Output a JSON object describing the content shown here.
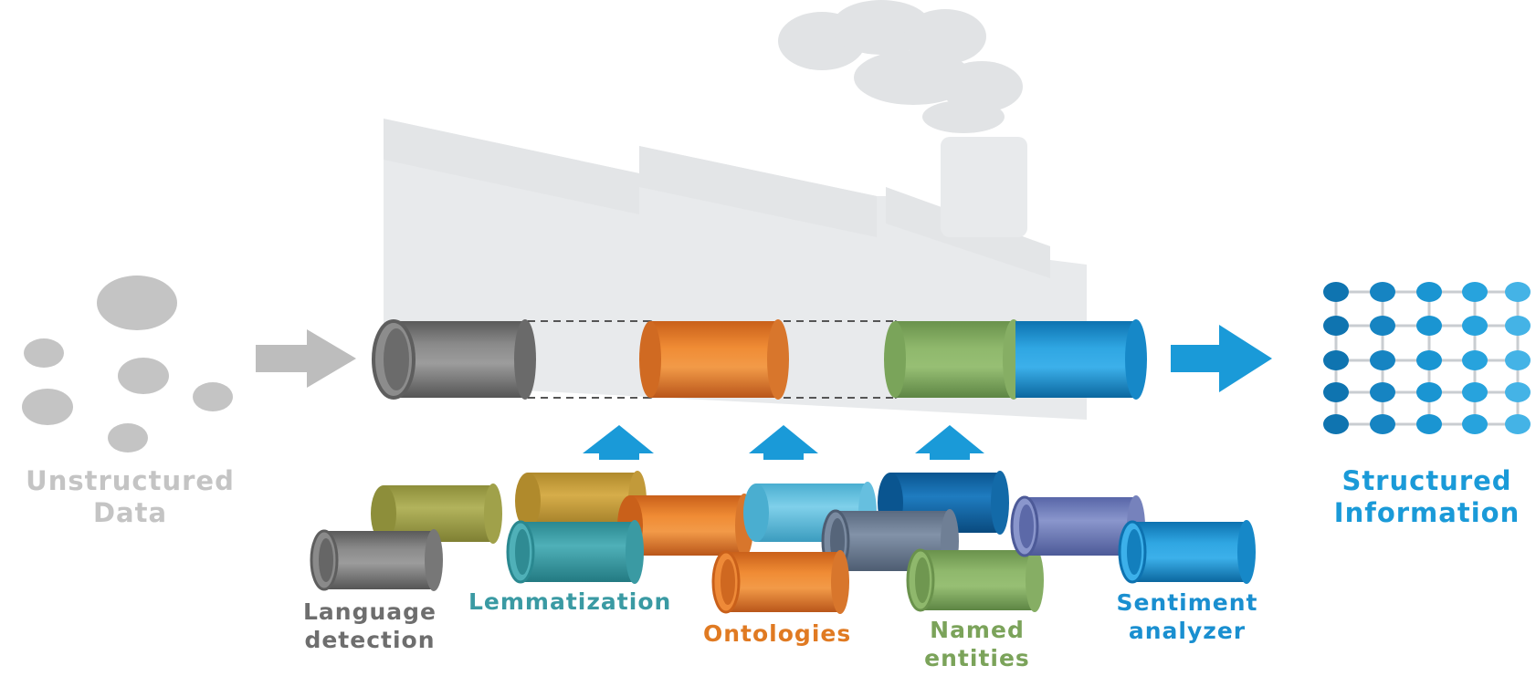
{
  "diagram": {
    "input_label": [
      "Unstructured",
      "Data"
    ],
    "output_label": [
      "Structured",
      "Information"
    ],
    "modules": [
      {
        "id": "language-detection",
        "label": [
          "Language",
          "detection"
        ],
        "color": "#6e6e6e"
      },
      {
        "id": "lemmatization",
        "label": [
          "Lemmatization"
        ],
        "color": "#3a9aa3"
      },
      {
        "id": "ontologies",
        "label": [
          "Ontologies"
        ],
        "color": "#e07a22"
      },
      {
        "id": "named-entities",
        "label": [
          "Named",
          "entities"
        ],
        "color": "#7ba35a"
      },
      {
        "id": "sentiment-analyzer",
        "label": [
          "Sentiment",
          "analyzer"
        ],
        "color": "#1a8fd0"
      }
    ],
    "colors": {
      "pipe_gray": "#6e6e6e",
      "pipe_orange": "#e07a22",
      "pipe_green": "#7ba35a",
      "pipe_blue": "#1a8fd0",
      "accent_blue": "#1a9ad8",
      "data_gray": "#c4c4c4",
      "factory_gray": "#e6e8ea"
    }
  }
}
